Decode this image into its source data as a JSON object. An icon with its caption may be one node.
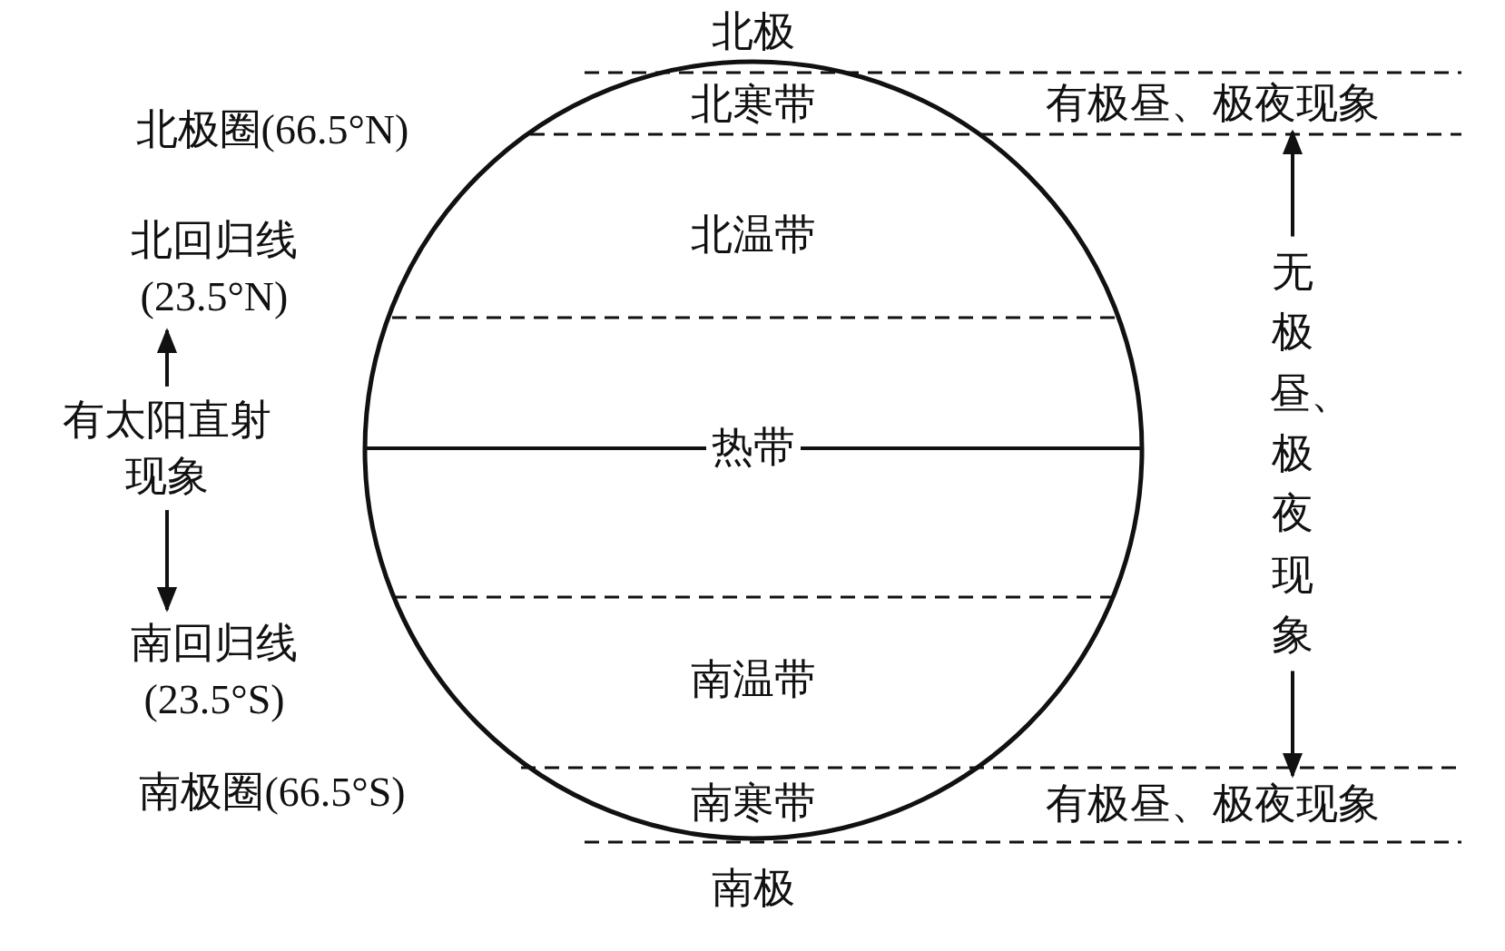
{
  "diagram": {
    "nodes": [
      {
        "text": [
          "有太阳直射现象"
        ]
      },
      {
        "text": [
          "北回归线(23.5°N)"
        ]
      },
      {
        "text": [
          "南回归线(23.5°S)"
        ]
      },
      {
        "text": [
          "无极昼、极夜现象"
        ]
      },
      {
        "text": [
          "有极昼、极夜现象"
        ]
      },
      {
        "text": [
          "有极昼、极夜现象"
        ]
      }
    ],
    "edges": [
      {
        "from": 0,
        "to": 1,
        "arrow": "to"
      },
      {
        "from": 0,
        "to": 2,
        "arrow": "to"
      },
      {
        "from": 3,
        "to": 4,
        "arrow": "to"
      },
      {
        "from": 3,
        "to": 5,
        "arrow": "to"
      }
    ],
    "labels": [
      "北极",
      "北寒带",
      "北极圈(66.5°N)",
      "北温带",
      "热带",
      "南温带",
      "南极圈(66.5°S)",
      "南寒带",
      "南极"
    ]
  }
}
